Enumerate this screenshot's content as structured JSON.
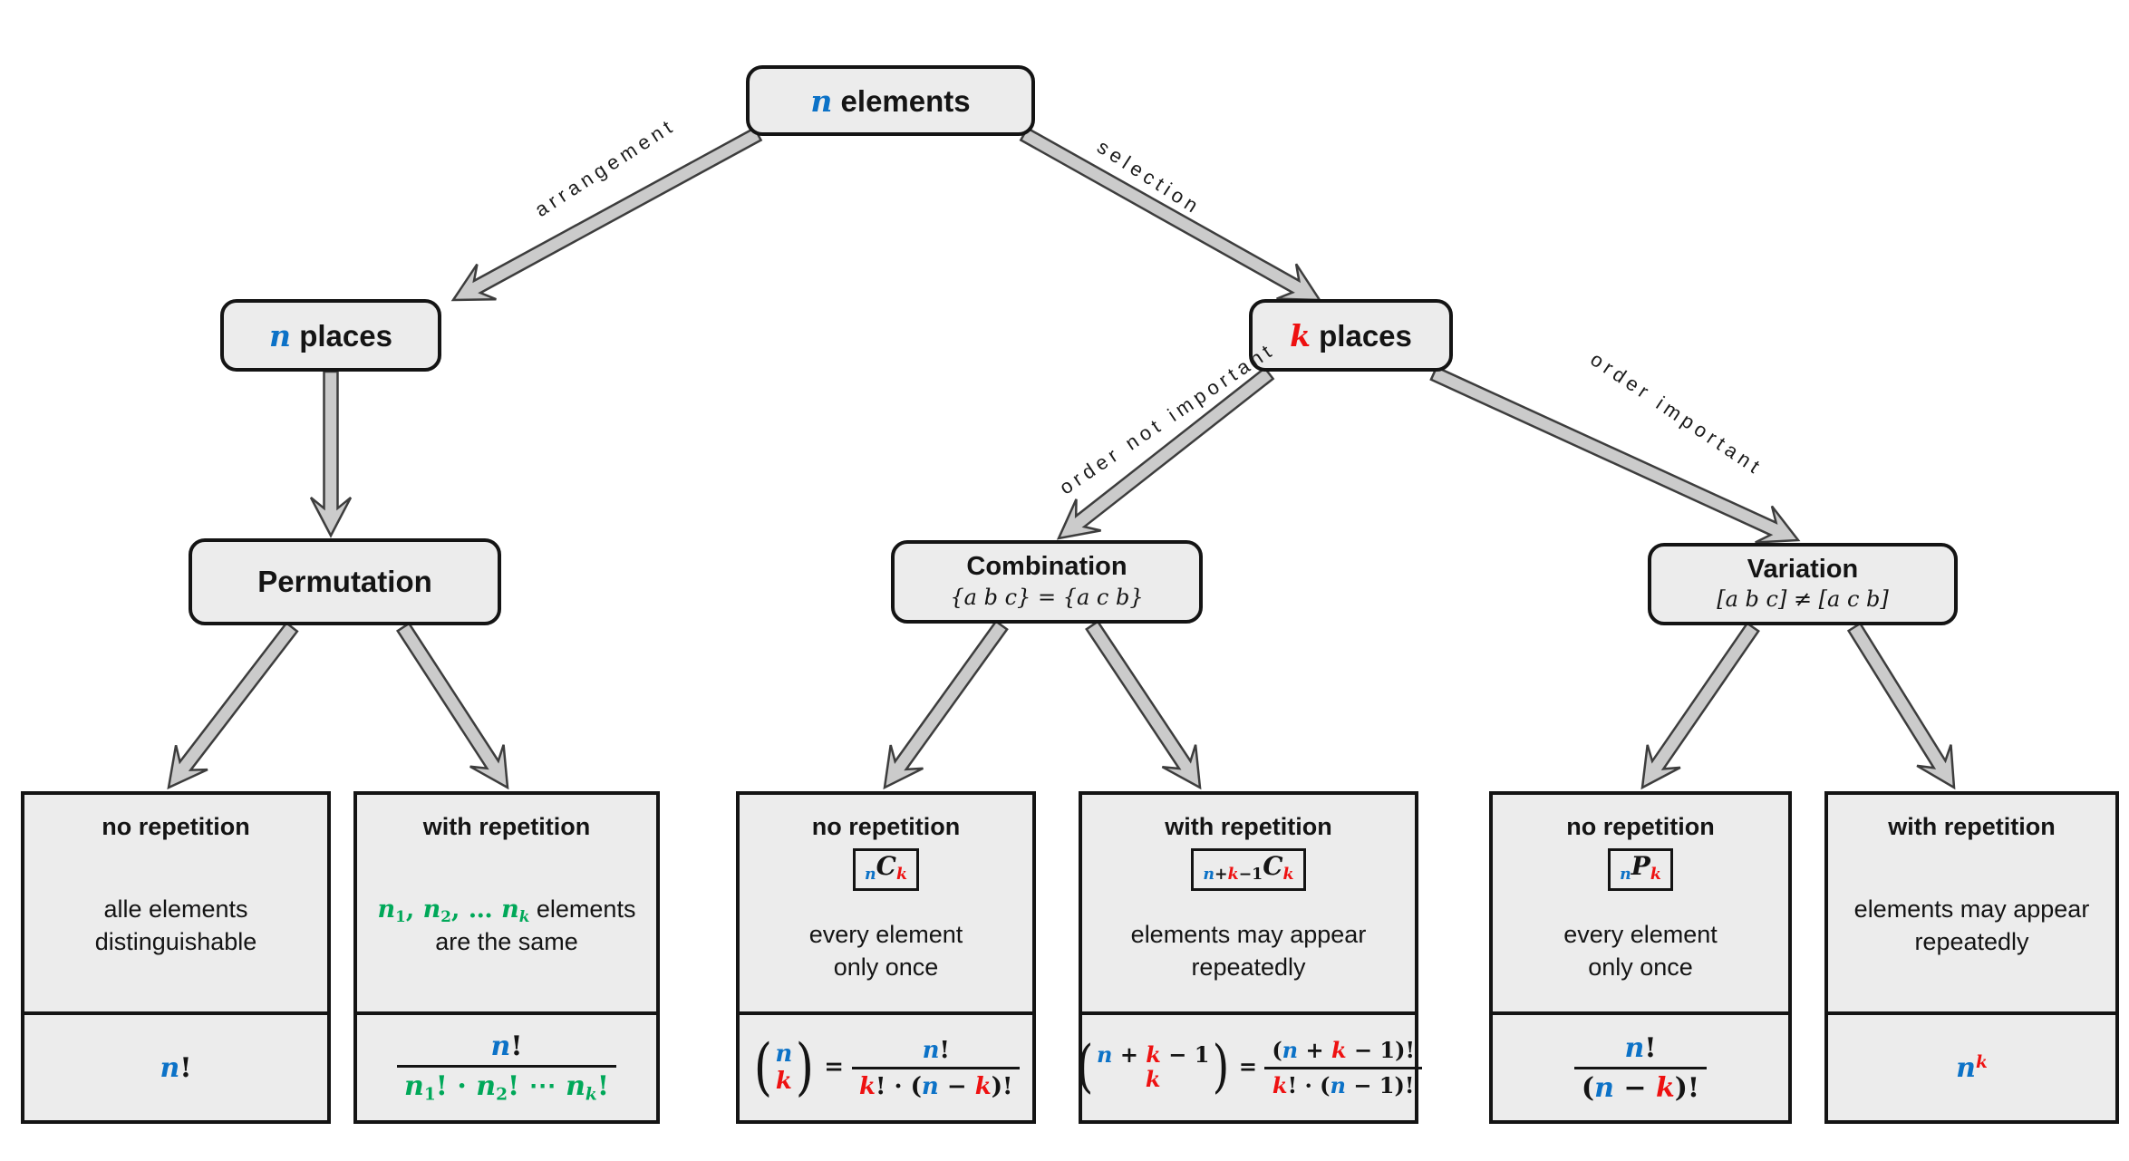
{
  "colors": {
    "blue": "#0C72C7",
    "red": "#EE1111",
    "green": "#00A859",
    "box_fill": "#ECECEC",
    "border": "#141414",
    "arrow_fill": "#CBCBCB"
  },
  "nodes": {
    "root": {
      "label": [
        {
          "t": "n",
          "m": 1,
          "c": "blue"
        },
        {
          "t": " elements"
        }
      ]
    },
    "n_places": {
      "label": [
        {
          "t": "n",
          "m": 1,
          "c": "blue"
        },
        {
          "t": " places"
        }
      ]
    },
    "k_places": {
      "label": [
        {
          "t": "k",
          "m": 1,
          "c": "red"
        },
        {
          "t": " places"
        }
      ]
    },
    "permutation": {
      "label": [
        {
          "t": "Permutation"
        }
      ]
    },
    "combination": {
      "title": "Combination",
      "subtitle": [
        {
          "t": "{a b c} = {a c b}",
          "mr": 1
        }
      ]
    },
    "variation": {
      "title": "Variation",
      "subtitle": [
        {
          "t": "[a b c] ≠ [a c b]",
          "mr": 1
        }
      ]
    }
  },
  "edges": {
    "arrangement": "arrangement",
    "selection": "selection",
    "order_not_important": "order not important",
    "order_important": "order important"
  },
  "leaves": [
    {
      "title": "no repetition",
      "desc": [
        [
          {
            "t": "alle elements"
          }
        ],
        [
          {
            "t": "distinguishable"
          }
        ]
      ],
      "formula": [
        {
          "t": "n",
          "m": 1,
          "c": "blue"
        },
        {
          "t": "!",
          "mu": 1
        }
      ]
    },
    {
      "title": "with repetition",
      "desc": [
        [
          {
            "t": "n",
            "m": 1,
            "c": "green"
          },
          {
            "t": "1",
            "mu": 1,
            "c": "green",
            "pos": "sub"
          },
          {
            "t": ", ",
            "mu": 1,
            "c": "green"
          },
          {
            "t": "n",
            "m": 1,
            "c": "green"
          },
          {
            "t": "2",
            "mu": 1,
            "c": "green",
            "pos": "sub"
          },
          {
            "t": ", … ",
            "mu": 1,
            "c": "green"
          },
          {
            "t": "n",
            "m": 1,
            "c": "green"
          },
          {
            "t": "k",
            "m": 1,
            "c": "green",
            "pos": "sub"
          },
          {
            "t": " elements"
          }
        ],
        [
          {
            "t": "are the same"
          }
        ]
      ],
      "formula": [
        {
          "frac": {
            "num": [
              {
                "t": "n",
                "m": 1,
                "c": "blue"
              },
              {
                "t": "!",
                "mu": 1
              }
            ],
            "den": [
              {
                "t": "n",
                "m": 1,
                "c": "green"
              },
              {
                "t": "1",
                "mu": 1,
                "c": "green",
                "pos": "sub"
              },
              {
                "t": "! · ",
                "mu": 1,
                "c": "green"
              },
              {
                "t": "n",
                "m": 1,
                "c": "green"
              },
              {
                "t": "2",
                "mu": 1,
                "c": "green",
                "pos": "sub"
              },
              {
                "t": "! ⋯ ",
                "mu": 1,
                "c": "green"
              },
              {
                "t": "n",
                "m": 1,
                "c": "green"
              },
              {
                "t": "k",
                "m": 1,
                "c": "green",
                "pos": "sub"
              },
              {
                "t": "!",
                "mu": 1,
                "c": "green"
              }
            ]
          }
        }
      ]
    },
    {
      "title": "no repetition",
      "badge": [
        {
          "t": "n",
          "m": 1,
          "c": "blue",
          "pos": "sub"
        },
        {
          "t": "C",
          "m": 1
        },
        {
          "t": "k",
          "m": 1,
          "c": "red",
          "pos": "sub"
        }
      ],
      "desc": [
        [
          {
            "t": "every element"
          }
        ],
        [
          {
            "t": "only once"
          }
        ]
      ],
      "formula": [
        {
          "binom": {
            "top": [
              {
                "t": "n",
                "m": 1,
                "c": "blue"
              }
            ],
            "bottom": [
              {
                "t": "k",
                "m": 1,
                "c": "red"
              }
            ]
          }
        },
        {
          "t": " = ",
          "mu": 1
        },
        {
          "frac": {
            "num": [
              {
                "t": "n",
                "m": 1,
                "c": "blue"
              },
              {
                "t": "!",
                "mu": 1
              }
            ],
            "den": [
              {
                "t": "k",
                "m": 1,
                "c": "red"
              },
              {
                "t": "! · (",
                "mu": 1
              },
              {
                "t": "n",
                "m": 1,
                "c": "blue"
              },
              {
                "t": " − ",
                "mu": 1
              },
              {
                "t": "k",
                "m": 1,
                "c": "red"
              },
              {
                "t": ")!",
                "mu": 1
              }
            ]
          }
        }
      ]
    },
    {
      "title": "with repetition",
      "badge": [
        {
          "t": "n",
          "m": 1,
          "c": "blue",
          "pos": "sub"
        },
        {
          "t": "+",
          "mu": 1,
          "pos": "sub"
        },
        {
          "t": "k",
          "m": 1,
          "c": "red",
          "pos": "sub"
        },
        {
          "t": "−1",
          "mu": 1,
          "pos": "sub"
        },
        {
          "t": "C",
          "m": 1
        },
        {
          "t": "k",
          "m": 1,
          "c": "red",
          "pos": "sub"
        }
      ],
      "desc": [
        [
          {
            "t": "elements may appear"
          }
        ],
        [
          {
            "t": "repeatedly"
          }
        ]
      ],
      "formula": [
        {
          "binom": {
            "top": [
              {
                "t": "n",
                "m": 1,
                "c": "blue"
              },
              {
                "t": " + ",
                "mu": 1
              },
              {
                "t": "k",
                "m": 1,
                "c": "red"
              },
              {
                "t": " − 1",
                "mu": 1
              }
            ],
            "bottom": [
              {
                "t": "k",
                "m": 1,
                "c": "red"
              }
            ]
          }
        },
        {
          "t": " = ",
          "mu": 1
        },
        {
          "frac": {
            "num": [
              {
                "t": "(",
                "mu": 1
              },
              {
                "t": "n",
                "m": 1,
                "c": "blue"
              },
              {
                "t": " + ",
                "mu": 1
              },
              {
                "t": "k",
                "m": 1,
                "c": "red"
              },
              {
                "t": " − 1",
                "mu": 1
              },
              {
                "t": ")!",
                "mu": 1
              }
            ],
            "den": [
              {
                "t": "k",
                "m": 1,
                "c": "red"
              },
              {
                "t": "! · (",
                "mu": 1
              },
              {
                "t": "n",
                "m": 1,
                "c": "blue"
              },
              {
                "t": " − 1)!",
                "mu": 1
              }
            ]
          }
        }
      ]
    },
    {
      "title": "no repetition",
      "badge": [
        {
          "t": "n",
          "m": 1,
          "c": "blue",
          "pos": "sub"
        },
        {
          "t": "P",
          "m": 1
        },
        {
          "t": "k",
          "m": 1,
          "c": "red",
          "pos": "sub"
        }
      ],
      "desc": [
        [
          {
            "t": "every element"
          }
        ],
        [
          {
            "t": "only once"
          }
        ]
      ],
      "formula": [
        {
          "frac": {
            "num": [
              {
                "t": "n",
                "m": 1,
                "c": "blue"
              },
              {
                "t": "!",
                "mu": 1
              }
            ],
            "den": [
              {
                "t": "(",
                "mu": 1
              },
              {
                "t": "n",
                "m": 1,
                "c": "blue"
              },
              {
                "t": " − ",
                "mu": 1
              },
              {
                "t": "k",
                "m": 1,
                "c": "red"
              },
              {
                "t": ")!",
                "mu": 1
              }
            ]
          }
        }
      ]
    },
    {
      "title": "with repetition",
      "desc": [
        [
          {
            "t": "elements may appear"
          }
        ],
        [
          {
            "t": "repeatedly"
          }
        ]
      ],
      "formula": [
        {
          "t": "n",
          "m": 1,
          "c": "blue"
        },
        {
          "t": "k",
          "m": 1,
          "c": "red",
          "pos": "sup"
        }
      ]
    }
  ]
}
